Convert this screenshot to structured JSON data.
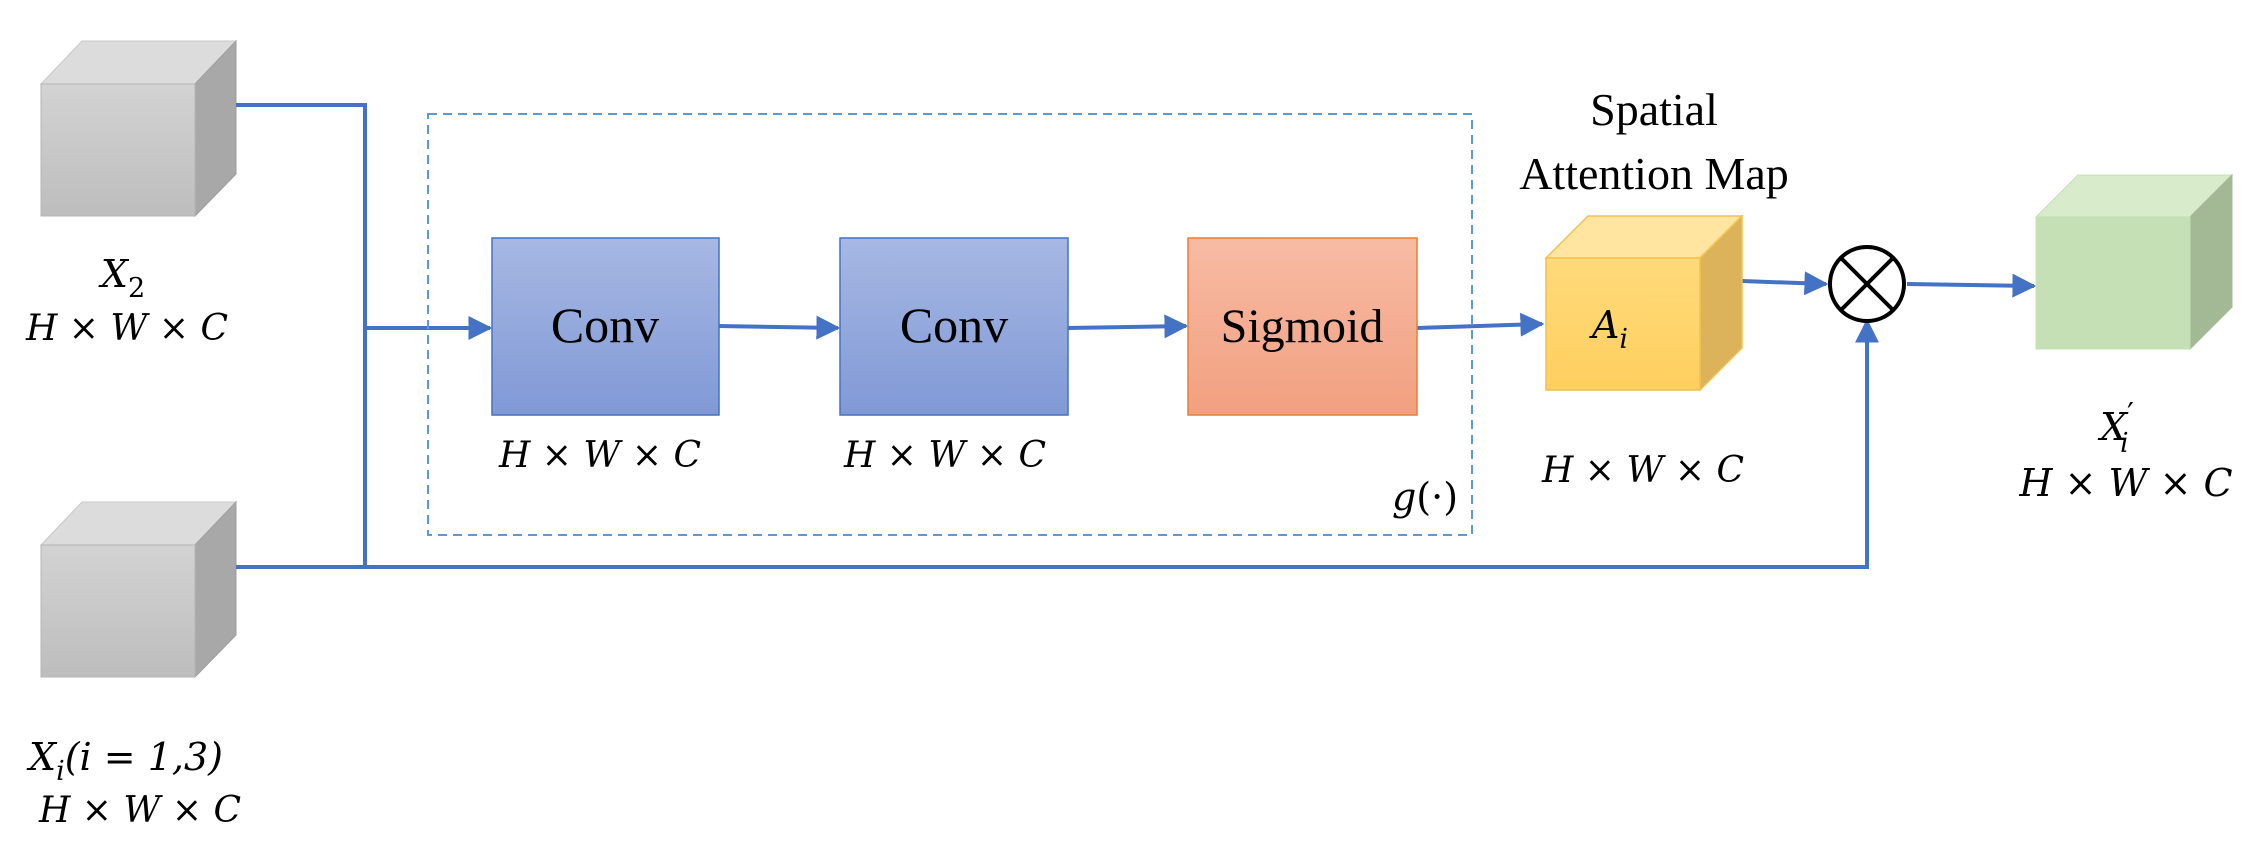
{
  "colors": {
    "line": "#4472C4",
    "dash": "#5B9BD5",
    "gray_front": "#C8C8C8",
    "gray_top": "#DCDCDC",
    "gray_side": "#A5A5A5",
    "conv_fill": "#8EA5DA",
    "conv_stroke": "#4472C4",
    "sigmoid_fill": "#F4A98A",
    "sigmoid_stroke": "#ED7D31",
    "attn_front": "#FFD468",
    "attn_top": "#FFE5A0",
    "attn_side": "#DDB055",
    "attn_stroke": "#F2C14E",
    "out_front": "#C5E0B4",
    "out_top": "#D8EBCB",
    "out_side": "#A3B996",
    "text": "#000000"
  },
  "inputs": {
    "x2": {
      "var": "X",
      "sub": "2",
      "dims": "H × W × C"
    },
    "xi": {
      "var": "X",
      "sub": "i",
      "cond": "(i = 1,3)",
      "dims": "H × W × C"
    }
  },
  "blocks": {
    "conv1": {
      "label": "Conv",
      "dims": "H × W × C"
    },
    "conv2": {
      "label": "Conv",
      "dims": "H × W × C"
    },
    "sigmoid": {
      "label": "Sigmoid"
    }
  },
  "gfunc": {
    "name": "g",
    "arg": "(·)"
  },
  "attention": {
    "title_line1": "Spatial",
    "title_line2": "Attention Map",
    "var": "A",
    "sub": "i",
    "dims": "H × W × C"
  },
  "multiply": {
    "symbol": "⊗"
  },
  "output": {
    "var": "X",
    "sub": "i",
    "sup": "′",
    "dims": "H × W × C"
  }
}
